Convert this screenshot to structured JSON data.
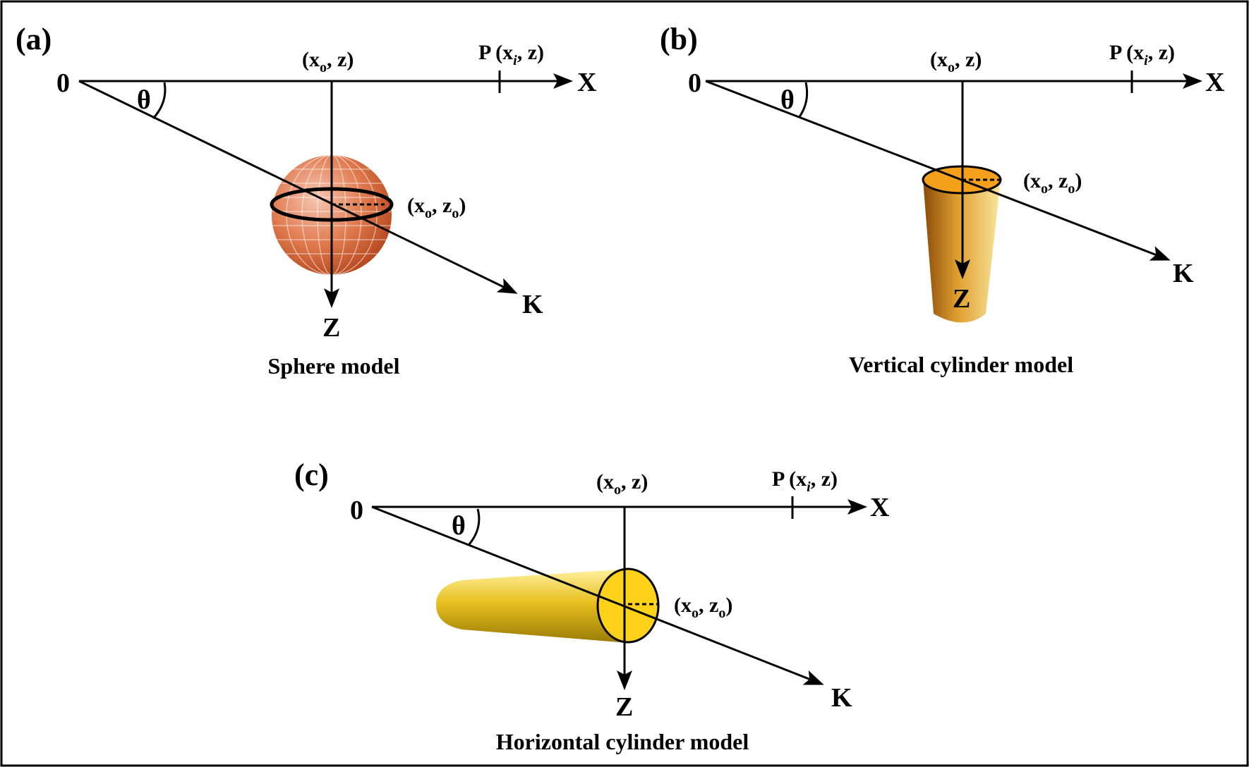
{
  "panels": [
    {
      "id": "a",
      "tag": "(a)",
      "origin": "0",
      "theta": "θ",
      "x_axis": "X",
      "z_axis": "Z",
      "k_axis": "K",
      "top_point": {
        "pre": "(x",
        "sub": "o",
        "post": ", z)"
      },
      "p_point": {
        "pre": "P (x",
        "sub": "i",
        "post": ", z)"
      },
      "center_point": {
        "pre": "(x",
        "sub1": "o",
        "mid": ", z",
        "sub2": "o",
        "post": ")"
      },
      "caption": "Sphere model",
      "body": "sphere",
      "body_colors": {
        "light": "#f6c7b4",
        "mid": "#e07a4e",
        "dark": "#b4451c"
      }
    },
    {
      "id": "b",
      "tag": "(b)",
      "origin": "0",
      "theta": "θ",
      "x_axis": "X",
      "z_axis": "Z",
      "k_axis": "K",
      "top_point": {
        "pre": "(x",
        "sub": "o",
        "post": ", z)"
      },
      "p_point": {
        "pre": "P (x",
        "sub": "i",
        "post": ", z)"
      },
      "center_point": {
        "pre": "(x",
        "sub1": "o",
        "mid": ", z",
        "sub2": "o",
        "post": ")"
      },
      "caption": "Vertical cylinder model",
      "body": "vertical-cylinder",
      "body_colors": {
        "light": "#f8e7a0",
        "mid": "#e0a030",
        "dark": "#8a4a08",
        "top": "#f5a01a"
      }
    },
    {
      "id": "c",
      "tag": "(c)",
      "origin": "0",
      "theta": "θ",
      "x_axis": "X",
      "z_axis": "Z",
      "k_axis": "K",
      "top_point": {
        "pre": "(x",
        "sub": "o",
        "post": ", z)"
      },
      "p_point": {
        "pre": "P (x",
        "sub": "i",
        "post": ", z)"
      },
      "center_point": {
        "pre": "(x",
        "sub1": "o",
        "mid": ", z",
        "sub2": "o",
        "post": ")"
      },
      "caption": "Horizontal cylinder model",
      "body": "horizontal-cylinder",
      "body_colors": {
        "light": "#fff1a0",
        "mid": "#e8c020",
        "dark": "#9a7a05",
        "end": "#ffd21a"
      }
    }
  ]
}
